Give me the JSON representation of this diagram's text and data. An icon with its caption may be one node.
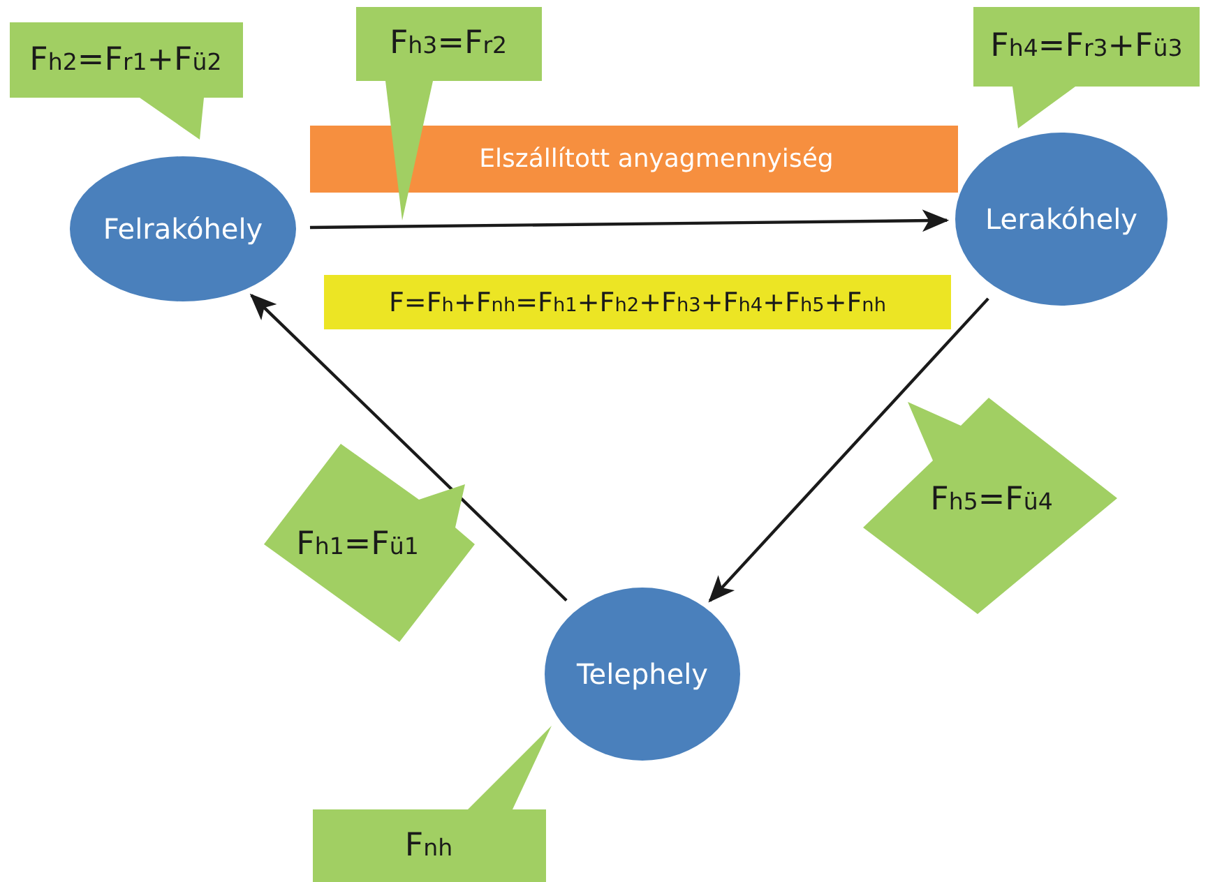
{
  "diagram": {
    "nodes": [
      {
        "text": [
          "Felrakóhely"
        ]
      },
      {
        "text": [
          "Lerakóhely"
        ]
      },
      {
        "text": [
          "Telephely"
        ]
      },
      {
        "text": [
          "Elszállított anyagmennyiség"
        ]
      },
      {
        "text": [
          "F=F$_{h}$+F$_{nh}$=F$_{h1}$+F$_{h2}$+F$_{h3}$+F$_{h4}$+F$_{h5}$+F$_{nh}$"
        ]
      },
      {
        "text": [
          "F$_{h2}$=F$_{r1}$+F$_{ü2}$"
        ]
      },
      {
        "text": [
          "F$_{h3}$=F$_{r2}$"
        ]
      },
      {
        "text": [
          "F$_{h4}$=F$_{r3}$+F$_{ü3}$"
        ]
      },
      {
        "text": [
          "F$_{h1}$=F$_{ü1}$"
        ]
      },
      {
        "text": [
          "F$_{h5}$=F$_{ü4}$"
        ]
      },
      {
        "text": [
          "F$_{nh}$"
        ]
      }
    ],
    "edges": [
      {
        "from": 0,
        "to": 1,
        "arrow": "to"
      },
      {
        "from": 2,
        "to": 0,
        "arrow": "to"
      },
      {
        "from": 1,
        "to": 2,
        "arrow": "to"
      }
    ]
  }
}
